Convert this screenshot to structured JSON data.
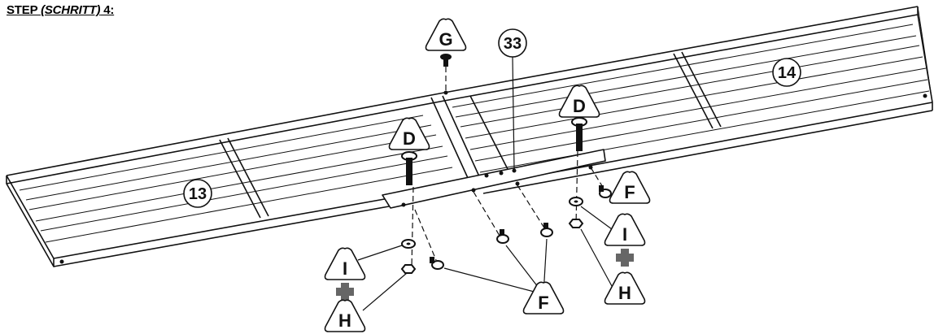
{
  "heading": {
    "prefix": "STEP ",
    "italic": "(SCHRITT)",
    "suffix": " 4:"
  },
  "parts": {
    "G": "G",
    "D": "D",
    "F": "F",
    "I": "I",
    "H": "H"
  },
  "parts_numbers": {
    "n33": "33",
    "n13": "13",
    "n14": "14"
  }
}
